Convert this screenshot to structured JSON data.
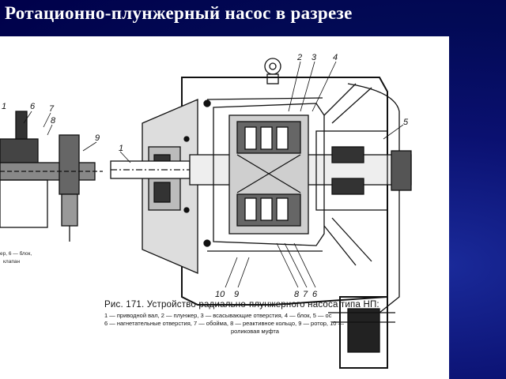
{
  "slide": {
    "title": "Ротационно-плунжерный насос в разрезе"
  },
  "figure": {
    "caption_title": "Рис. 171. Устройство радиально-плунжерного насоса типа НП:",
    "legend_lines": [
      "1 — приводной вал, 2 — плунжер, 3 — всасывающие отверстия, 4 — блок, 5 — ос",
      "6 — нагнетательные отверстия, 7 — обойма, 8 — реактивное кольцо, 9 — ротор, 10 —",
      "роликовая муфта"
    ],
    "part_labels_top": [
      "2",
      "3",
      "4"
    ],
    "part_label_right": "5",
    "part_label_shaft": "1",
    "part_labels_bottom": [
      "10",
      "9",
      "8",
      "7",
      "6"
    ],
    "left_fragment_labels": [
      "6",
      "7",
      "8",
      "9",
      "1"
    ],
    "left_fragment_text": [
      "ер, 6 — блок,",
      "клапан"
    ]
  },
  "colors": {
    "background": "#00004a",
    "title_text": "#ffffff",
    "figure_bg": "#ffffff",
    "ink": "#111111"
  }
}
